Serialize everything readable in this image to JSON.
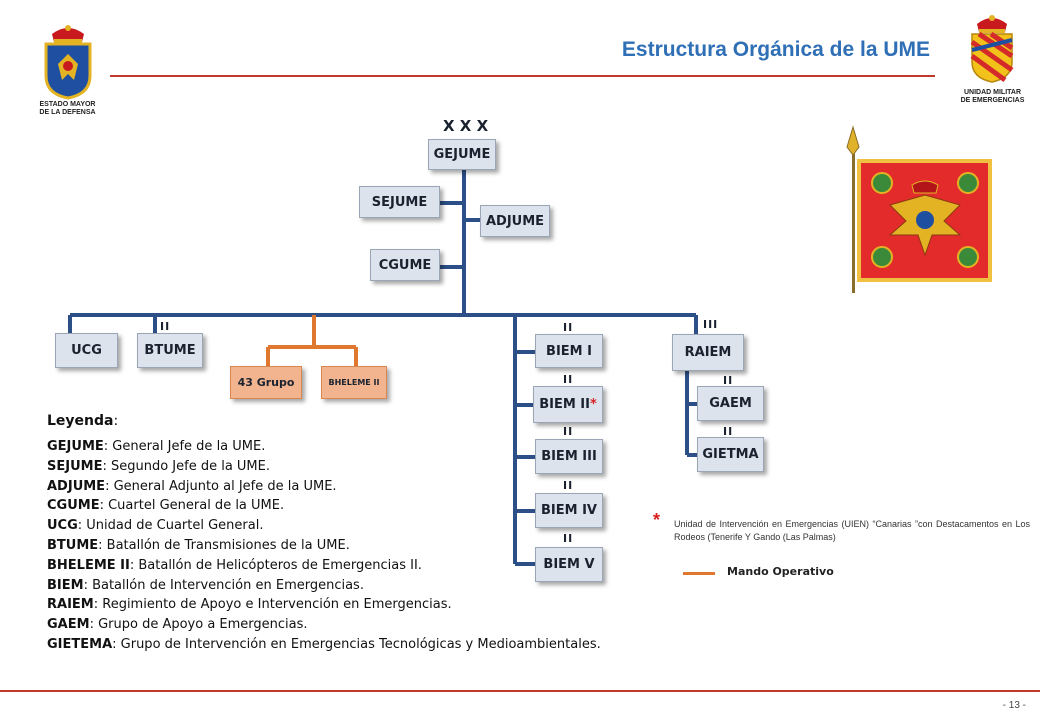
{
  "header": {
    "title": "Estructura Orgánica de la UME",
    "left_crest_label": [
      "ESTADO MAYOR",
      "DE LA DEFENSA"
    ],
    "right_crest_label": [
      "UNIDAD MILITAR",
      "DE EMERGENCIAS"
    ]
  },
  "org": {
    "top_rank": "X X X",
    "gejume": "GEJUME",
    "sejume": "SEJUME",
    "adjume": "ADJUME",
    "cgume": "CGUME",
    "ucg": "UCG",
    "btume": "BTUME",
    "grupo43": "43 Grupo",
    "bheleme": "BHELEME II",
    "biem1": "BIEM I",
    "biem2": "BIEM II",
    "biem2_mark": "*",
    "biem3": "BIEM III",
    "biem4": "BIEM IV",
    "biem5": "BIEM V",
    "raiem": "RAIEM",
    "gaem": "GAEM",
    "gietma": "GIETMA",
    "rank_ii": "II",
    "rank_iii": "III"
  },
  "legend": {
    "title": "Leyenda",
    "title_suffix": ":",
    "entries": [
      {
        "abbr": "GEJUME",
        "text": ": General Jefe de la UME."
      },
      {
        "abbr": "SEJUME",
        "text": ": Segundo Jefe de la UME."
      },
      {
        "abbr": "ADJUME",
        "text": ": General Adjunto al Jefe de la UME."
      },
      {
        "abbr": "CGUME",
        "text": ": Cuartel General de la UME."
      },
      {
        "abbr": "UCG",
        "text": ": Unidad de Cuartel General."
      },
      {
        "abbr": "BTUME",
        "text": ": Batallón de Transmisiones de la UME."
      },
      {
        "abbr": "BHELEME II",
        "text": ": Batallón de Helicópteros de Emergencias II."
      },
      {
        "abbr": "BIEM",
        "text": ": Batallón de Intervención en Emergencias."
      },
      {
        "abbr": "RAIEM",
        "text": ": Regimiento de Apoyo e Intervención en Emergencias."
      },
      {
        "abbr": "GAEM",
        "text": ": Grupo de Apoyo a Emergencias."
      },
      {
        "abbr": "GIETEMA",
        "text": ": Grupo de Intervención en Emergencias Tecnológicas y Medioambientales."
      }
    ]
  },
  "note": {
    "marker": "*",
    "text": "Unidad de Intervención en Emergencias (UIEN) “Canarias ”con Destacamentos en Los Rodeos (Tenerife Y Gando (Las Palmas)"
  },
  "key": {
    "mando_operativo": "Mando Operativo"
  },
  "colors": {
    "title": "#2f6fb5",
    "rule": "#c0392b",
    "connector": "#2b4f86",
    "operational": "#e0772e",
    "box": "#dde3ec",
    "orange_box": "#f2b48e",
    "flag": "#e42b2b"
  },
  "footer": {
    "page": "- 13 -"
  }
}
